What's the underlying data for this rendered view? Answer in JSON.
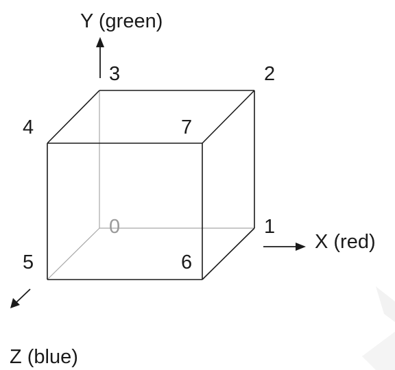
{
  "axes": {
    "x_label": "X (red)",
    "y_label": "Y (green)",
    "z_label": "Z (blue)"
  },
  "vertices": [
    {
      "id": "v0",
      "label": "0",
      "hidden": true
    },
    {
      "id": "v1",
      "label": "1",
      "hidden": false
    },
    {
      "id": "v2",
      "label": "2",
      "hidden": false
    },
    {
      "id": "v3",
      "label": "3",
      "hidden": false
    },
    {
      "id": "v4",
      "label": "4",
      "hidden": false
    },
    {
      "id": "v5",
      "label": "5",
      "hidden": false
    },
    {
      "id": "v6",
      "label": "6",
      "hidden": false
    },
    {
      "id": "v7",
      "label": "7",
      "hidden": false
    }
  ],
  "colors": {
    "stroke": "#1a1a1a",
    "hidden_edge": "#a8a8a8",
    "hidden_label": "#9a9a9a",
    "watermark": "#f2f2f2"
  }
}
